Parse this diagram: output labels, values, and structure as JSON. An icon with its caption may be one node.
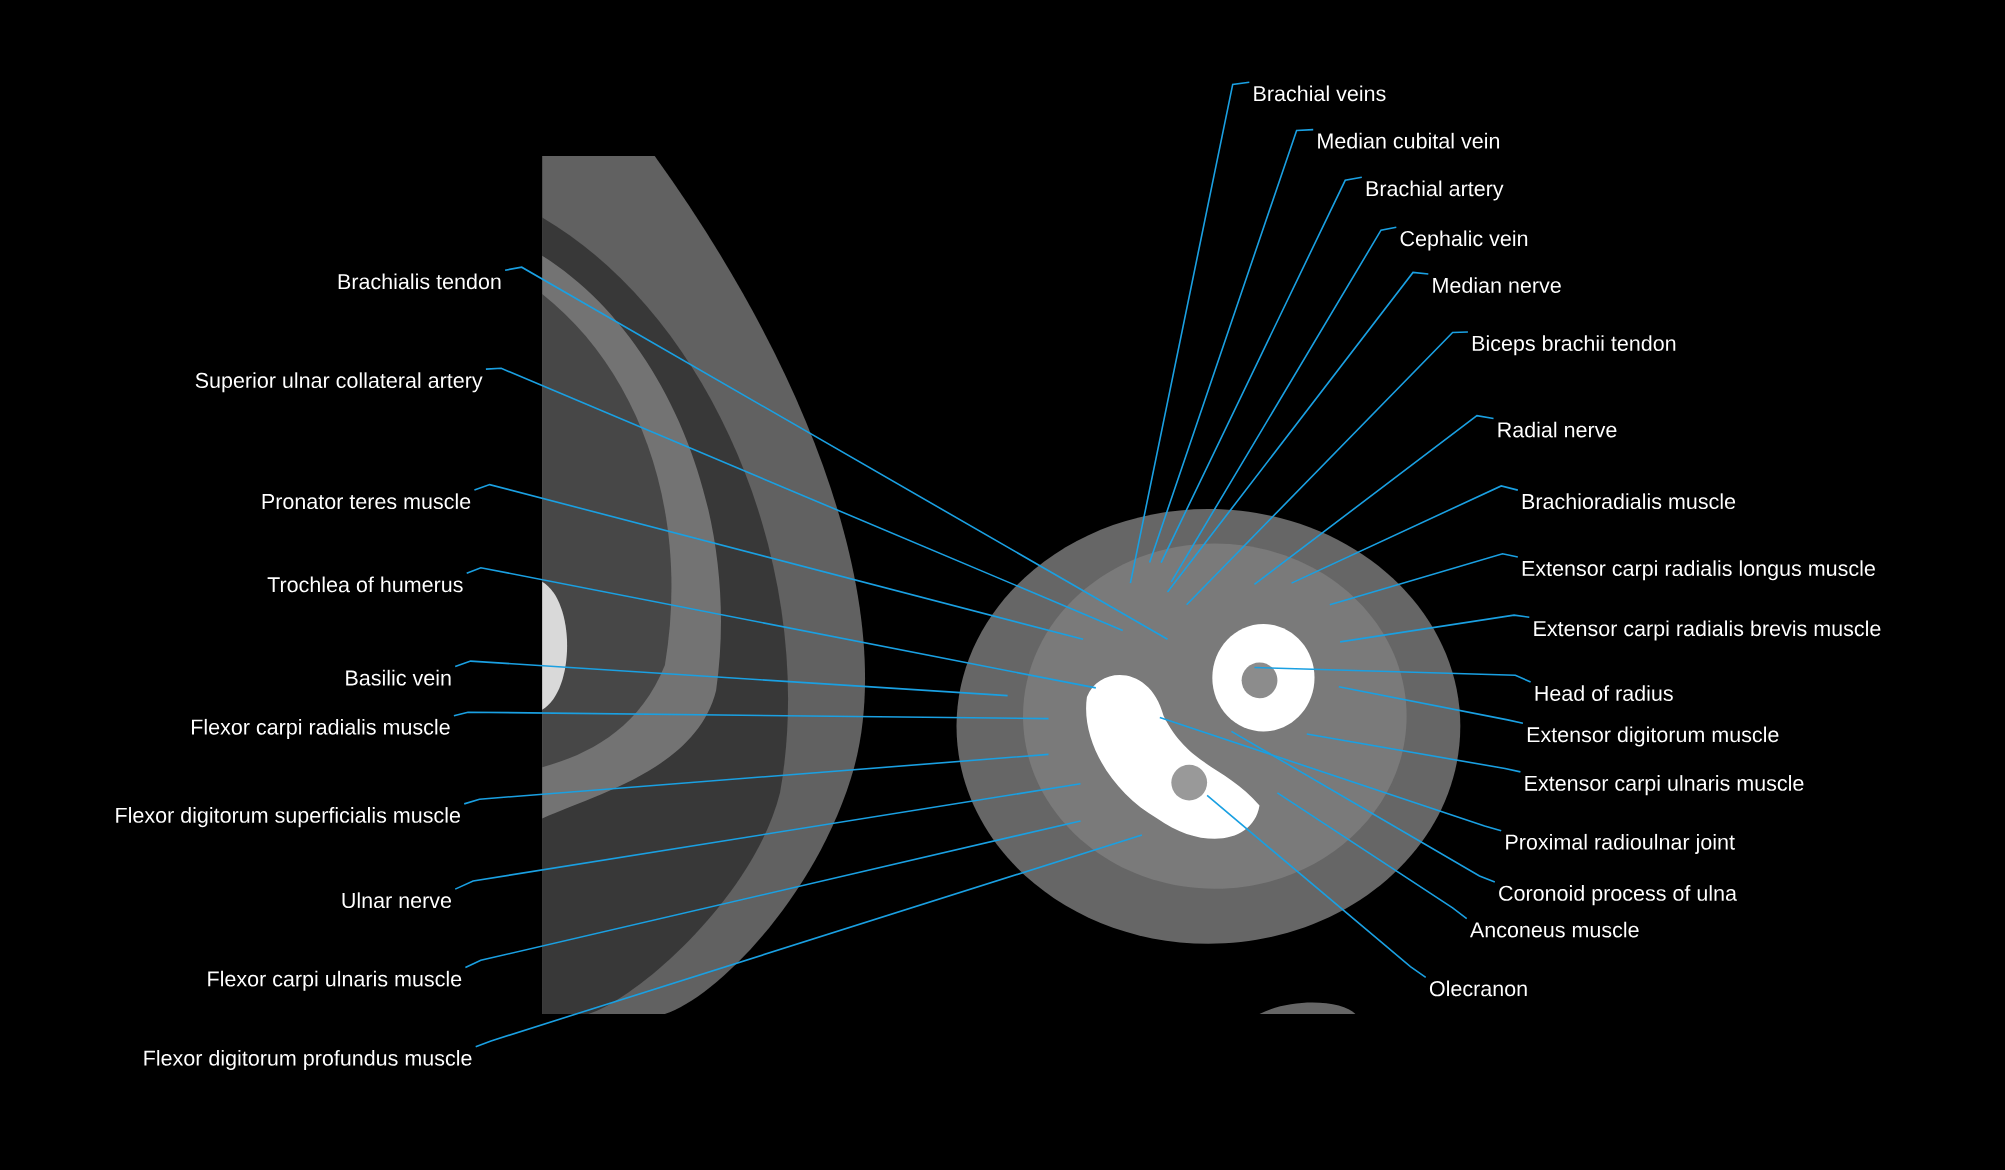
{
  "diagram": {
    "nodes": [
      {
        "text": [
          "Brachialis tendon"
        ]
      },
      {
        "text": [
          "Superior ulnar collateral artery"
        ]
      },
      {
        "text": [
          "Pronator teres muscle"
        ]
      },
      {
        "text": [
          "Trochlea of humerus"
        ]
      },
      {
        "text": [
          "Basilic vein"
        ]
      },
      {
        "text": [
          "Flexor carpi radialis muscle"
        ]
      },
      {
        "text": [
          "Flexor digitorum superficialis muscle"
        ]
      },
      {
        "text": [
          "Ulnar nerve"
        ]
      },
      {
        "text": [
          "Flexor carpi ulnaris muscle"
        ]
      },
      {
        "text": [
          "Flexor digitorum profundus muscle"
        ]
      },
      {
        "text": [
          "Brachial veins"
        ]
      },
      {
        "text": [
          "Median cubital vein"
        ]
      },
      {
        "text": [
          "Brachial artery"
        ]
      },
      {
        "text": [
          "Cephalic vein"
        ]
      },
      {
        "text": [
          "Median nerve"
        ]
      },
      {
        "text": [
          "Biceps brachii tendon"
        ]
      },
      {
        "text": [
          "Radial nerve"
        ]
      },
      {
        "text": [
          "Brachioradialis muscle"
        ]
      },
      {
        "text": [
          "Extensor carpi radialis longus muscle"
        ]
      },
      {
        "text": [
          "Extensor carpi radialis brevis muscle"
        ]
      },
      {
        "text": [
          "Head of radius"
        ]
      },
      {
        "text": [
          "Extensor digitorum muscle"
        ]
      },
      {
        "text": [
          "Extensor carpi ulnaris muscle"
        ]
      },
      {
        "text": [
          "Proximal radioulnar joint"
        ]
      },
      {
        "text": [
          "Coronoid process of ulna"
        ]
      },
      {
        "text": [
          "Anconeus muscle"
        ]
      },
      {
        "text": [
          "Olecranon"
        ]
      }
    ],
    "edges": [
      {
        "from": 0,
        "to": null,
        "arrow": "none"
      },
      {
        "from": 1,
        "to": null,
        "arrow": "none"
      },
      {
        "from": 2,
        "to": null,
        "arrow": "none"
      },
      {
        "from": 3,
        "to": null,
        "arrow": "none"
      },
      {
        "from": 4,
        "to": null,
        "arrow": "none"
      },
      {
        "from": 5,
        "to": null,
        "arrow": "none"
      },
      {
        "from": 6,
        "to": null,
        "arrow": "none"
      },
      {
        "from": 7,
        "to": null,
        "arrow": "none"
      },
      {
        "from": 8,
        "to": null,
        "arrow": "none"
      },
      {
        "from": 9,
        "to": null,
        "arrow": "none"
      },
      {
        "from": 10,
        "to": null,
        "arrow": "none"
      },
      {
        "from": 11,
        "to": null,
        "arrow": "none"
      },
      {
        "from": 12,
        "to": null,
        "arrow": "none"
      },
      {
        "from": 13,
        "to": null,
        "arrow": "none"
      },
      {
        "from": 14,
        "to": null,
        "arrow": "none"
      },
      {
        "from": 15,
        "to": null,
        "arrow": "none"
      },
      {
        "from": 16,
        "to": null,
        "arrow": "none"
      },
      {
        "from": 17,
        "to": null,
        "arrow": "none"
      },
      {
        "from": 18,
        "to": null,
        "arrow": "none"
      },
      {
        "from": 19,
        "to": null,
        "arrow": "none"
      },
      {
        "from": 20,
        "to": null,
        "arrow": "none"
      },
      {
        "from": 21,
        "to": null,
        "arrow": "none"
      },
      {
        "from": 22,
        "to": null,
        "arrow": "none"
      },
      {
        "from": 23,
        "to": null,
        "arrow": "none"
      },
      {
        "from": 24,
        "to": null,
        "arrow": "none"
      },
      {
        "from": 25,
        "to": null,
        "arrow": "none"
      },
      {
        "from": 26,
        "to": null,
        "arrow": "none"
      }
    ]
  }
}
